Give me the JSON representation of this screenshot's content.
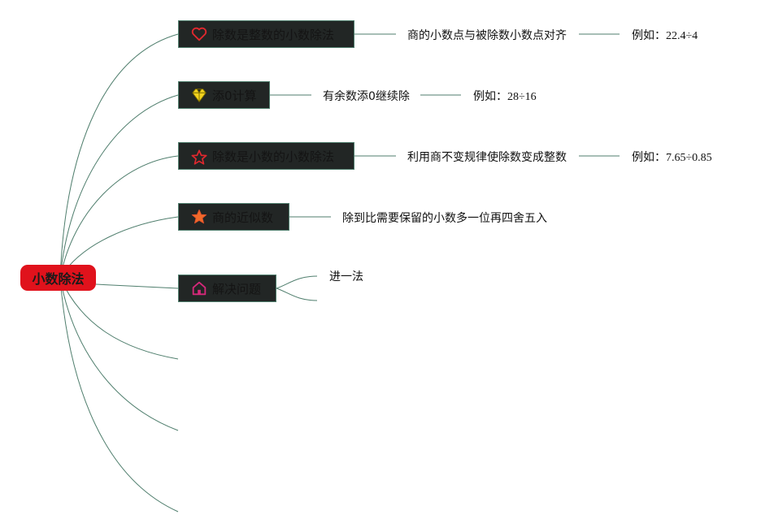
{
  "root": {
    "label": "小数除法"
  },
  "branches": [
    {
      "label": "除数是整数的小数除法",
      "icon": "heart-icon",
      "details": [
        "商的小数点与被除数小数点对齐",
        "例如：22.4÷4"
      ]
    },
    {
      "label": "添0计算",
      "icon": "diamond-icon",
      "details": [
        "有余数添0继续除",
        "例如：28÷16"
      ]
    },
    {
      "label": "除数是小数的小数除法",
      "icon": "star-outline-icon",
      "details": [
        "利用商不变规律使除数变成整数",
        "例如：7.65÷0.85"
      ]
    },
    {
      "label": "商的近似数",
      "icon": "star-filled-icon",
      "details": [
        "除到比需要保留的小数多一位再四舍五入"
      ]
    },
    {
      "label": "解决问题",
      "icon": "home-icon",
      "details": [
        "进一法"
      ]
    }
  ],
  "colors": {
    "root": "#e0121c",
    "branch_bg": "#222625",
    "link": "#4f7e6d"
  }
}
